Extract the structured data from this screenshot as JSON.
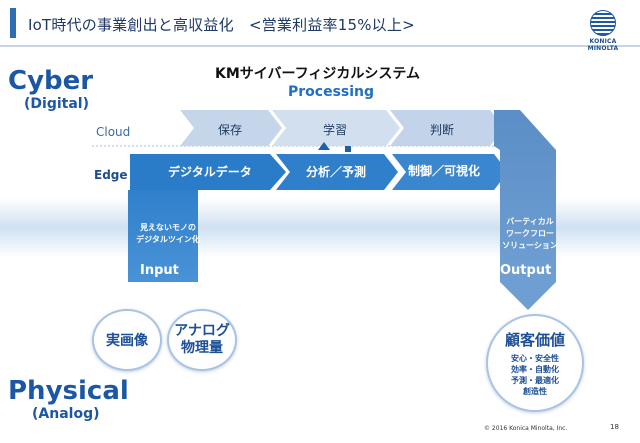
{
  "header": {
    "title": "IoT時代の事業創出と高収益化　<営業利益率15%以上>",
    "logo_text": "KONICA MINOLTA"
  },
  "layers": {
    "cyber": "Cyber",
    "digital": "(Digital)",
    "physical": "Physical",
    "analog": "(Analog)"
  },
  "system": {
    "title": "KMサイバーフィジカルシステム",
    "processing": "Processing",
    "cloud_label": "Cloud",
    "edge_label": "Edge",
    "cloud_steps": [
      "保存",
      "学習",
      "判断"
    ],
    "edge_steps": [
      "デジタルデータ",
      "分析／予測",
      "制御／可視化"
    ]
  },
  "input": {
    "description": "見えないモノの\nデジタルツイン化",
    "label": "Input",
    "circle1": "実画像",
    "circle2": "アナログ\n物理量"
  },
  "output": {
    "description": "バーティカル\nワークフロー\nソリューション",
    "label": "Output",
    "value_title": "顧客価値",
    "value_lines": "安心・安全性\n効率・自動化\n予測・最適化\n創造性"
  },
  "footer": {
    "copyright": "© 2016 Konica Minolta, Inc.",
    "page_number": "18"
  },
  "colors": {
    "brand_blue": "#1c57a6",
    "edge_blue": "#2b7cc8",
    "cloud_blue": "#b9cde6",
    "band": "#d6e6f4"
  }
}
